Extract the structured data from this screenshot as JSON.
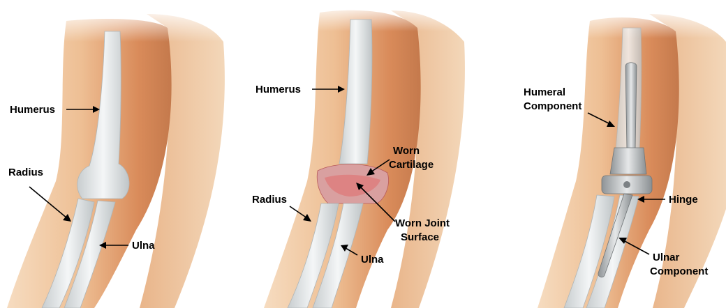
{
  "panels": [
    {
      "labels": [
        "Humerus",
        "Radius",
        "Ulna"
      ]
    },
    {
      "labels": [
        "Humerus",
        "Worn",
        "Cartilage",
        "Radius",
        "Worn Joint",
        "Surface",
        "Ulna"
      ]
    },
    {
      "labels": [
        "Humeral",
        "Component",
        "Hinge",
        "Ulnar",
        "Component"
      ]
    }
  ],
  "colors": {
    "skin_light": "#f3d6b4",
    "skin_mid": "#e3a878",
    "skin_dark": "#c97a4a",
    "bone": "#eef1f2",
    "bone_shadow": "#c9ced0",
    "metal": "#b9bdbf",
    "inflamed": "#e07070"
  }
}
